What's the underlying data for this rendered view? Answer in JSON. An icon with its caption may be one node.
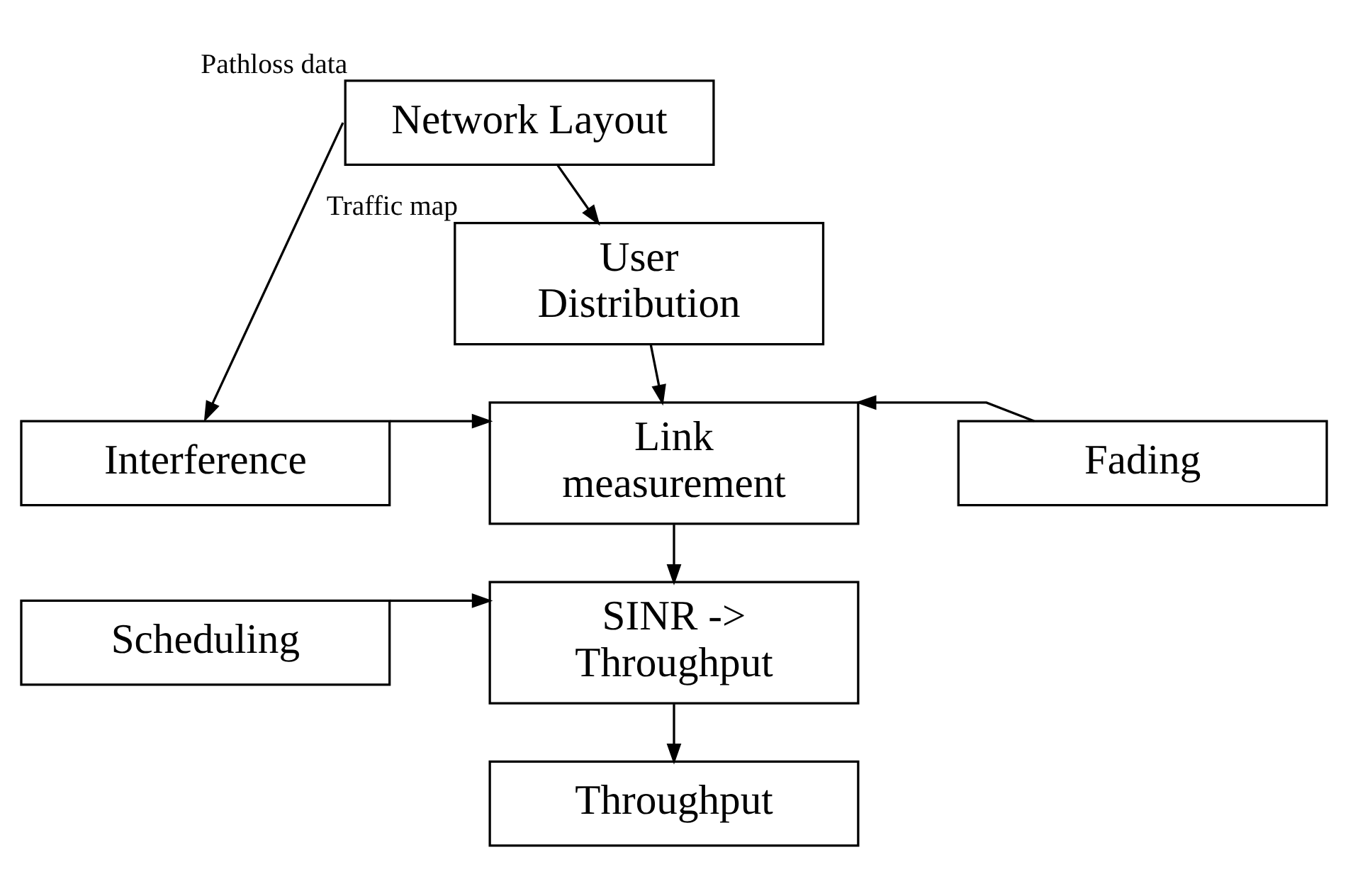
{
  "diagram": {
    "nodes": [
      {
        "text": [
          "Network Layout"
        ],
        "beside": [
          "Pathloss data"
        ]
      },
      {
        "text": [
          "User Distribution"
        ],
        "beside": [
          "Traffic map"
        ]
      },
      {
        "text": [
          "Interference"
        ]
      },
      {
        "text": [
          "Link measurement"
        ]
      },
      {
        "text": [
          "Fading"
        ]
      },
      {
        "text": [
          "Scheduling"
        ]
      },
      {
        "text": [
          "SINR -> Throughput"
        ]
      },
      {
        "text": [
          "Throughput"
        ]
      }
    ],
    "edges": [
      {
        "from": 0,
        "to": 1,
        "arrow": "to"
      },
      {
        "from": 0,
        "to": 2,
        "arrow": "to"
      },
      {
        "from": 1,
        "to": 3,
        "arrow": "to"
      },
      {
        "from": 2,
        "to": 3,
        "arrow": "to"
      },
      {
        "from": 4,
        "to": 3,
        "arrow": "to"
      },
      {
        "from": 3,
        "to": 6,
        "arrow": "to"
      },
      {
        "from": 5,
        "to": 6,
        "arrow": "to"
      },
      {
        "from": 6,
        "to": 7,
        "arrow": "to"
      }
    ]
  }
}
